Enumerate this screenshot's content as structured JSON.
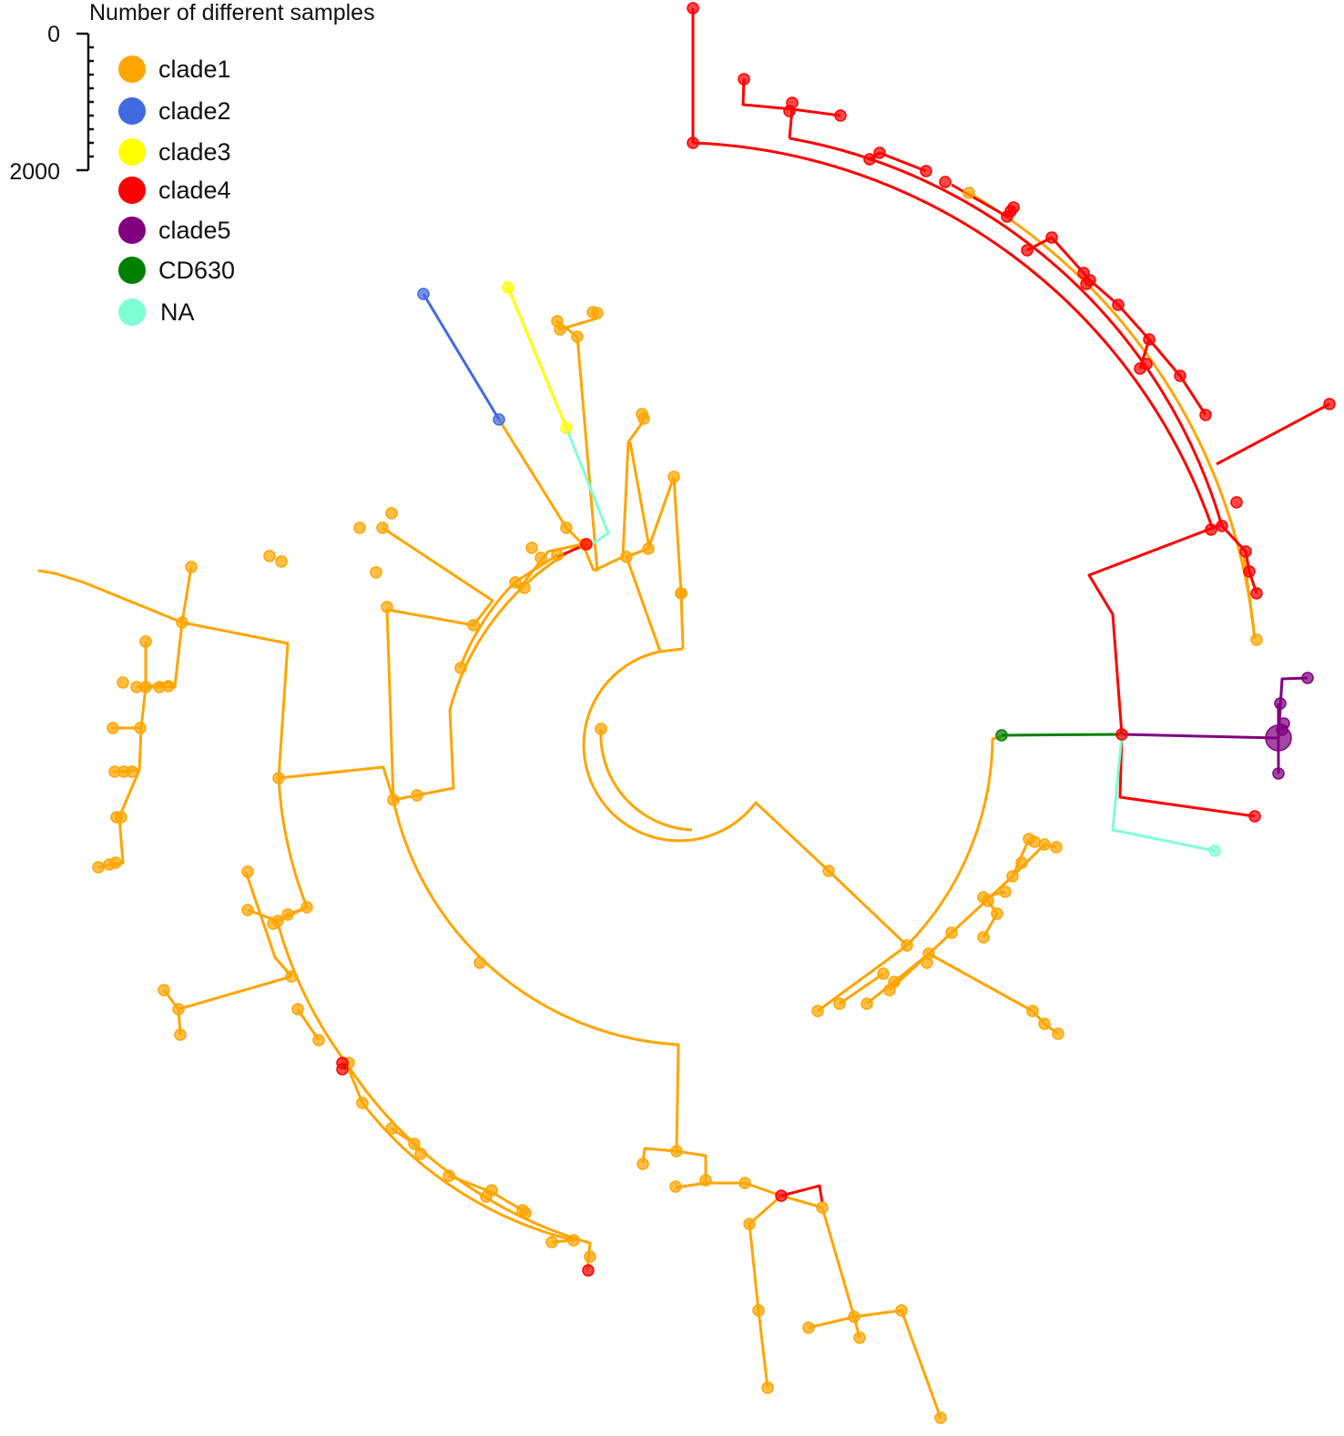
{
  "scale": {
    "title": "Number of different samples",
    "tick_min": "0",
    "tick_max": "2000"
  },
  "legend": [
    {
      "label": "clade1",
      "color": "#FFA500"
    },
    {
      "label": "clade2",
      "color": "#4169E1"
    },
    {
      "label": "clade3",
      "color": "#FFFF00"
    },
    {
      "label": "clade4",
      "color": "#FF0000"
    },
    {
      "label": "clade5",
      "color": "#800080"
    },
    {
      "label": "CD630",
      "color": "#008000"
    },
    {
      "label": "NA",
      "color": "#7FFFD4"
    }
  ],
  "tree_colors": {
    "clade1": "#FFA500",
    "clade2": "#4169E1",
    "clade3": "#FFFF00",
    "clade4": "#FF0000",
    "clade5": "#800080",
    "CD630": "#008000",
    "NA": "#7FFFD4"
  }
}
